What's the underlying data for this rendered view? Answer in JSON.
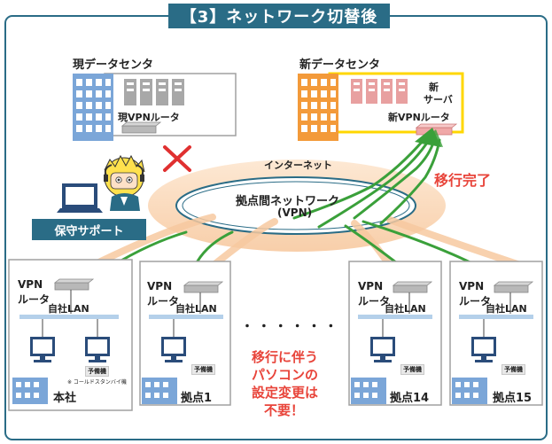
{
  "title": "【3】ネットワーク切替後",
  "current_dc": {
    "label": "現データセンタ",
    "router_label": "現VPNルータ"
  },
  "new_dc": {
    "label": "新データセンタ",
    "server_label_1": "新",
    "server_label_2": "サーバ",
    "router_label": "新VPNルータ"
  },
  "internet_label": "インターネット",
  "network": {
    "name_line1": "拠点間ネットワーク",
    "name_line2": "(VPN)"
  },
  "migration_label": "移行完了",
  "support_label": "保守サポート",
  "sites": [
    {
      "router_line1": "VPN",
      "router_line2": "ルータ",
      "lan_label": "自社LAN",
      "spare_label": "予備機",
      "name": "本社"
    },
    {
      "router_line1": "VPN",
      "router_line2": "ルータ",
      "lan_label": "自社LAN",
      "spare_label": "予備機",
      "name": "拠点1"
    },
    {
      "router_line1": "VPN",
      "router_line2": "ルータ",
      "lan_label": "自社LAN",
      "spare_label": "予備機",
      "name": "拠点14"
    },
    {
      "router_line1": "VPN",
      "router_line2": "ルータ",
      "lan_label": "自社LAN",
      "spare_label": "予備機",
      "name": "拠点15"
    }
  ],
  "cold_standby_note": "※ コールドスタンバイ機",
  "ellipsis": "・ ・ ・ ・ ・ ・",
  "pc_note": [
    "移行に伴う",
    "パソコンの",
    "設定変更は",
    "不要！"
  ],
  "colors": {
    "accent": "#2a6c86",
    "highlight": "#ffd700",
    "migration_text": "#e8443a",
    "arrow_green": "#3aa03a",
    "cross_red": "#e03030"
  }
}
